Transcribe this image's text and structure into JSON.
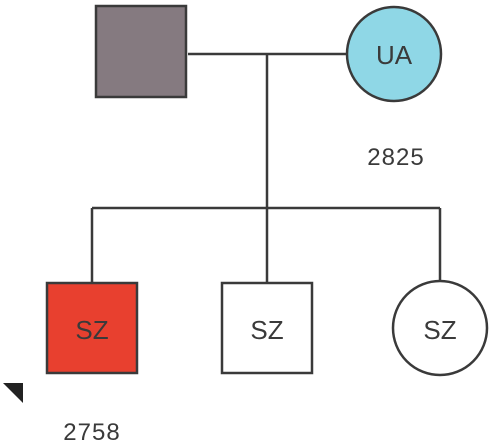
{
  "colors": {
    "affected_father": "#857a80",
    "unaffected_mother": "#8fd7e6",
    "affected_proband": "#e8402f",
    "unaffected": "#ffffff",
    "line": "#3a3a3a"
  },
  "father": {
    "label": "",
    "sex": "male",
    "fill": "affected_father"
  },
  "mother": {
    "label": "UA",
    "sex": "female",
    "fill": "unaffected_mother",
    "id": "2825"
  },
  "children": [
    {
      "label": "SZ",
      "sex": "male",
      "fill": "affected_proband",
      "proband": true,
      "id": "2758"
    },
    {
      "label": "SZ",
      "sex": "male",
      "fill": "unaffected"
    },
    {
      "label": "SZ",
      "sex": "female",
      "fill": "unaffected"
    }
  ],
  "proband_marker": "proband-arrow-icon"
}
